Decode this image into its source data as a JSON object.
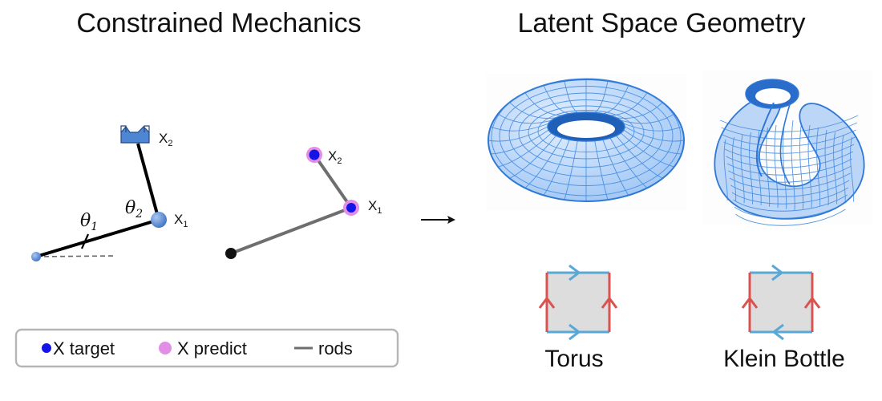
{
  "titles": {
    "left": "Constrained Mechanics",
    "right": "Latent Space Geometry"
  },
  "arm": {
    "x2": "X",
    "x2_sub": "2",
    "x1": "X",
    "x1_sub": "1",
    "theta1": "θ",
    "theta1_sub": "1",
    "theta2": "θ",
    "theta2_sub": "2"
  },
  "pred": {
    "x2": "X",
    "x2_sub": "2",
    "x1": "X",
    "x1_sub": "1"
  },
  "legend": {
    "target": "X target",
    "predict": "X predict",
    "rods": "rods"
  },
  "shapes": {
    "torus": "Torus",
    "klein": "Klein Bottle"
  },
  "colors": {
    "joint_blue": "#5b8ed6",
    "target_blue": "#1414e6",
    "predict_pink": "#e28ee6",
    "rod_grey": "#6e6e6e",
    "mesh_blue": "#3a86e0",
    "edge_red": "#d9534f",
    "edge_blue": "#5aa8d8"
  },
  "icons": [
    "arrow-right-icon",
    "gripper-icon"
  ]
}
